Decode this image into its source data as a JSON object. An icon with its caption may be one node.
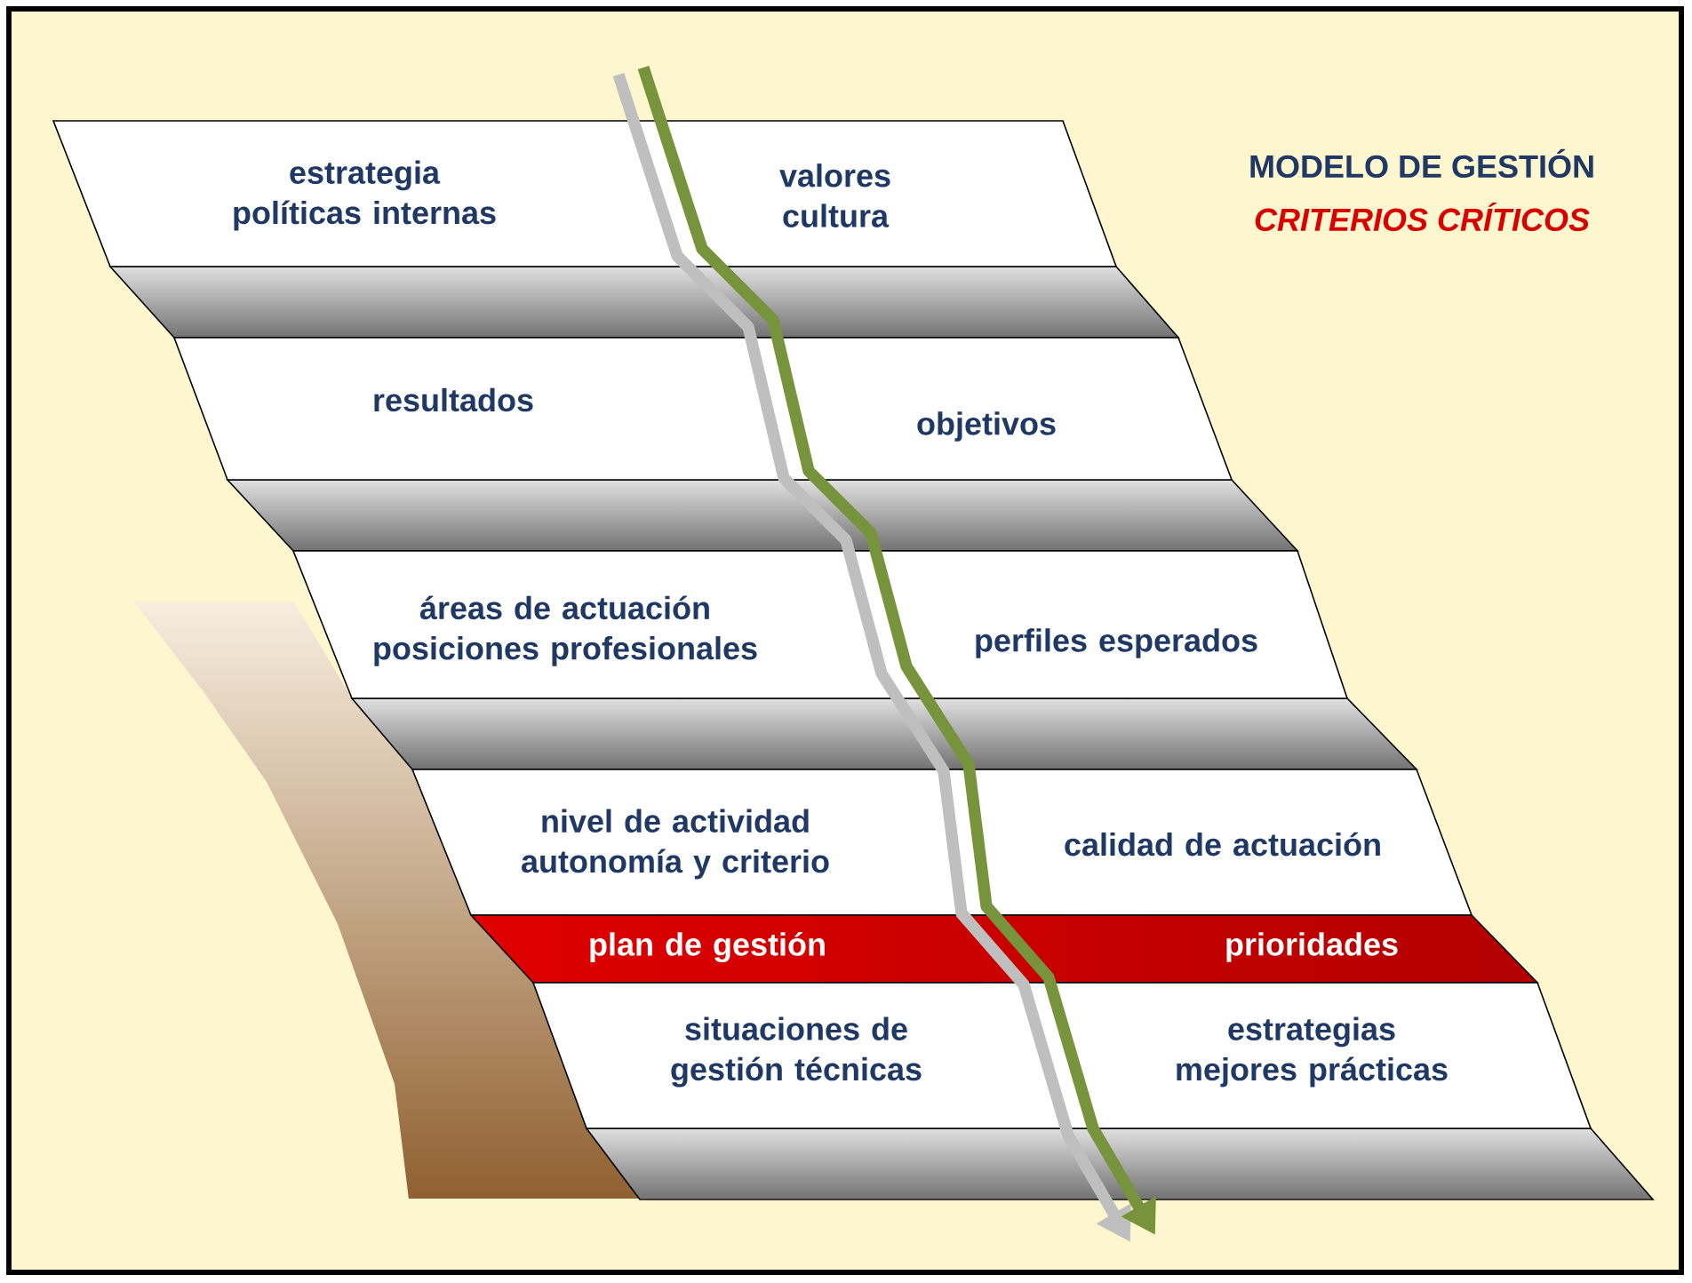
{
  "diagram": {
    "nodes": [
      {
        "text": [
          "estrategia políticas internas",
          "valores cultura"
        ]
      },
      {
        "text": [
          "resultados",
          "objetivos"
        ]
      },
      {
        "text": [
          "áreas de actuación posiciones profesionales",
          "perfiles esperados"
        ]
      },
      {
        "text": [
          "nivel de actividad autonomía y criterio",
          "calidad de actuación"
        ]
      },
      {
        "text": [
          "plan de gestión",
          "prioridades"
        ]
      },
      {
        "text": [
          "situaciones de gestión técnicas",
          "estrategias mejores prácticas"
        ]
      }
    ],
    "labels": [
      "MODELO DE GESTIÓN",
      "CRITERIOS CRÍTICOS"
    ]
  }
}
